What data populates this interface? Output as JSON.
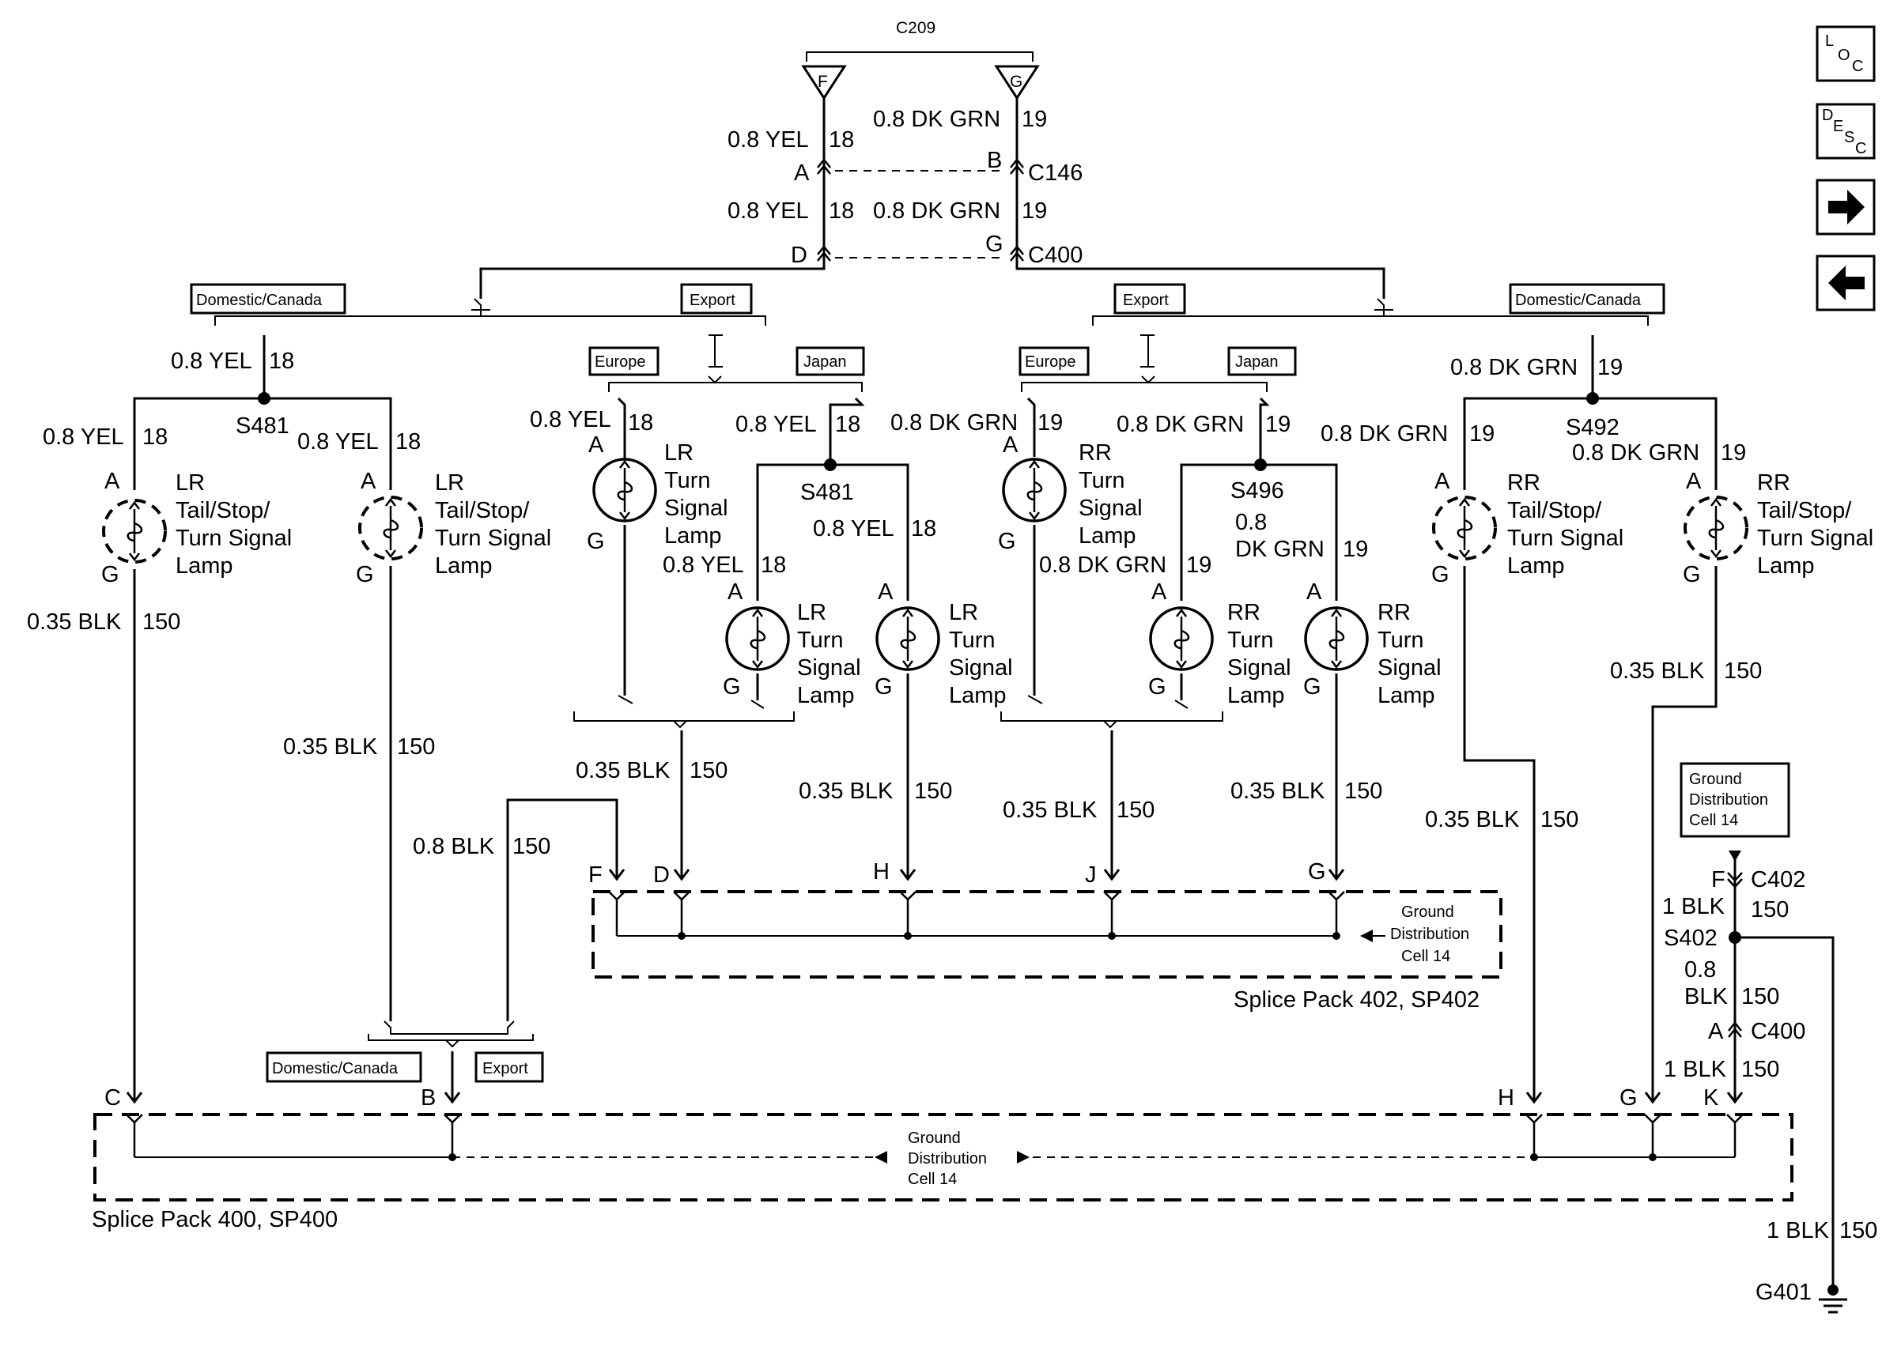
{
  "nav": {
    "loc": {
      "a": "L",
      "b": "O",
      "c": "C"
    },
    "desc": {
      "a": "D",
      "b": "E",
      "c": "S",
      "d": "C"
    }
  },
  "top": {
    "c209": "C209",
    "pin_f": "F",
    "pin_g": "G",
    "left_wire_1": "0.8 YEL",
    "left_num_1": "18",
    "right_wire_1": "0.8 DK GRN",
    "right_num_1": "19",
    "pin_a": "A",
    "pin_b": "B",
    "c146": "C146",
    "left_wire_2": "0.8 YEL",
    "left_num_2": "18",
    "right_wire_2": "0.8 DK GRN",
    "right_num_2": "19",
    "pin_d": "D",
    "pin_g2": "G",
    "c400": "C400"
  },
  "tags": {
    "domestic_canada": "Domestic/Canada",
    "export": "Export",
    "europe": "Europe",
    "japan": "Japan"
  },
  "lamps": {
    "lr_tail": [
      "LR",
      "Tail/Stop/",
      "Turn Signal",
      "Lamp"
    ],
    "lr_turn": [
      "LR",
      "Turn",
      "Signal",
      "Lamp"
    ],
    "rr_tail": [
      "RR",
      "Tail/Stop/",
      "Turn Signal",
      "Lamp"
    ],
    "rr_turn": [
      "RR",
      "Turn",
      "Signal",
      "Lamp"
    ]
  },
  "labels": {
    "yel": "0.8 YEL",
    "n18": "18",
    "dkgrn": "0.8 DK GRN",
    "n19": "19",
    "s481": "S481",
    "s492": "S492",
    "s496": "S496",
    "dkgrn_a": "0.8",
    "dkgrn_b": "DK GRN",
    "blk035": "0.35 BLK",
    "n150": "150",
    "blk08": "0.8 BLK",
    "blk1": "1 BLK",
    "blk08_a": "0.8",
    "blk08_b": "BLK",
    "pin_a": "A",
    "pin_g": "G",
    "pin_b": "B",
    "pin_c": "C",
    "pin_d": "D",
    "pin_f": "F",
    "pin_h": "H",
    "pin_j": "J",
    "pin_k": "K",
    "c402": "C402",
    "s402": "S402",
    "c400": "C400",
    "g401": "G401"
  },
  "ground_ref": [
    "Ground",
    "Distribution",
    "Cell 14"
  ],
  "sp402": "Splice Pack 402, SP402",
  "sp400": "Splice Pack 400, SP400"
}
